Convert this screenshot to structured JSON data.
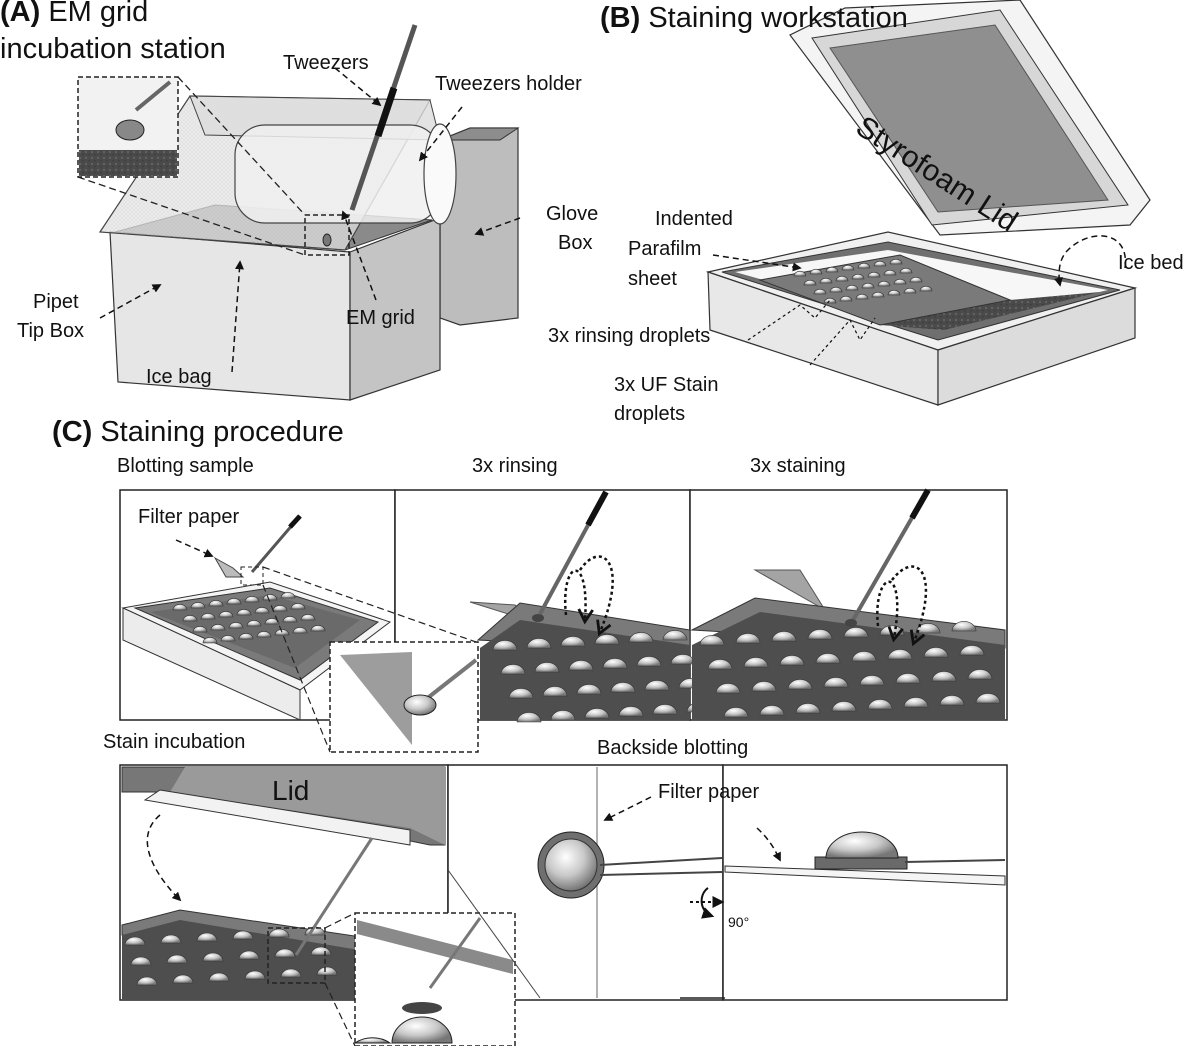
{
  "panel_a": {
    "letter": "(A)",
    "title_line1": "EM grid",
    "title_line2": "incubation station",
    "labels": {
      "tweezers": "Tweezers",
      "tweezers_holder": "Tweezers holder",
      "glove_line1": "Glove",
      "glove_line2": "Box",
      "pipet_line1": "Pipet",
      "pipet_line2": "Tip Box",
      "em_grid": "EM grid",
      "ice_bag": "Ice bag"
    }
  },
  "panel_b": {
    "letter": "(B)",
    "title": "Staining workstation",
    "labels": {
      "lid": "Styrofoam Lid",
      "indented_line1": "Indented",
      "parafilm_line1": "Parafilm",
      "parafilm_line2": "sheet",
      "ice_bed": "Ice bed",
      "rinsing": "3x rinsing droplets",
      "uf_line1": "3x UF Stain",
      "uf_line2": "droplets"
    }
  },
  "panel_c": {
    "letter": "(C)",
    "title": "Staining procedure",
    "steps": {
      "blotting_sample": "Blotting sample",
      "rinsing": "3x rinsing",
      "staining": "3x staining",
      "stain_incubation": "Stain incubation",
      "backside_blotting": "Backside blotting"
    },
    "labels": {
      "filter_paper_1": "Filter paper",
      "filter_paper_2": "Filter paper",
      "lid": "Lid",
      "rotation": "90°"
    }
  },
  "colors": {
    "dark_gray": "#6e6e6e",
    "mid_gray": "#9a9a9a",
    "light_gray": "#d9d9d9",
    "outline": "#222222"
  }
}
